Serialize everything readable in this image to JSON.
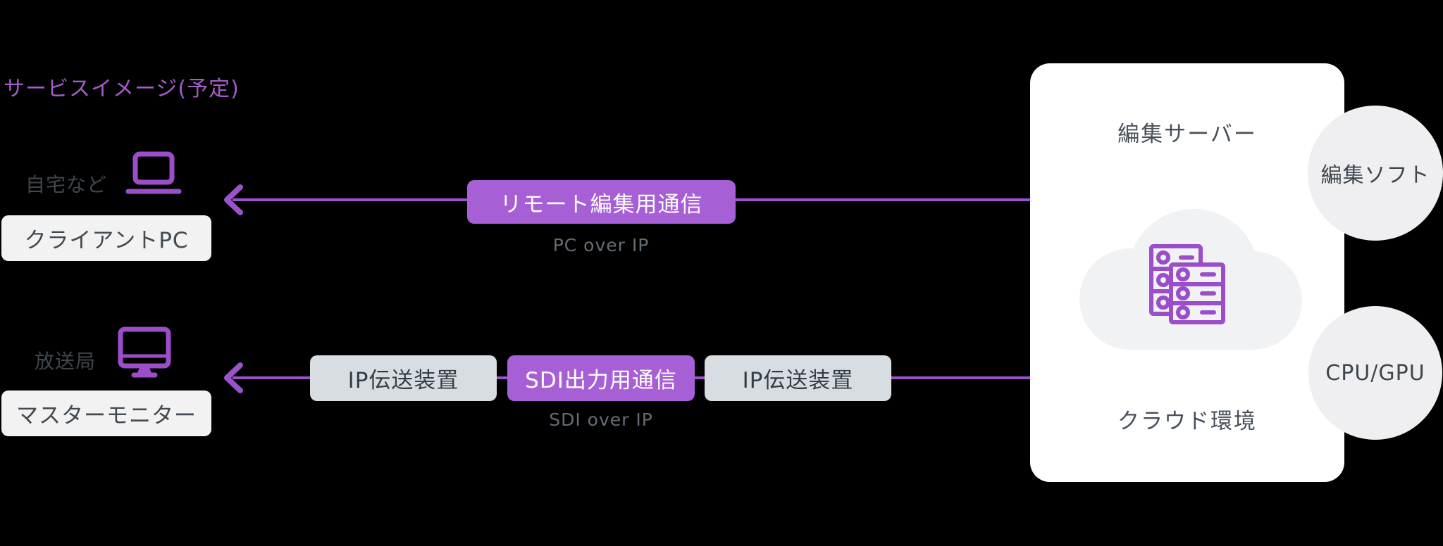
{
  "title": "サービスイメージ(予定)",
  "colors": {
    "background": "#000000",
    "accent_purple_fill": "#a75fd6",
    "line_purple": "#9b53cc",
    "icon_purple": "#9b4dca",
    "title_purple": "#a55cc9",
    "gray_box_fill": "#d8dde1",
    "light_box_fill": "#f2f2f2",
    "panel_fill": "#ffffff",
    "cloud_fill": "#f1f2f4",
    "circle_fill": "#efeff1",
    "dark_text": "#414a52",
    "caption_text": "#646d75"
  },
  "home": {
    "location_label": "自宅など",
    "device_label": "クライアントPC"
  },
  "broadcast": {
    "location_label": "放送局",
    "device_label": "マスターモニター"
  },
  "flow_remote": {
    "button_label": "リモート編集用通信",
    "caption": "PC over IP"
  },
  "flow_sdi": {
    "left_device": "IP伝送装置",
    "button_label": "SDI出力用通信",
    "right_device": "IP伝送装置",
    "caption": "SDI over IP"
  },
  "cloud_panel": {
    "title": "編集サーバー",
    "subtitle": "クラウド環境"
  },
  "satellites": {
    "software": "編集ソフト",
    "hardware": "CPU/GPU"
  }
}
